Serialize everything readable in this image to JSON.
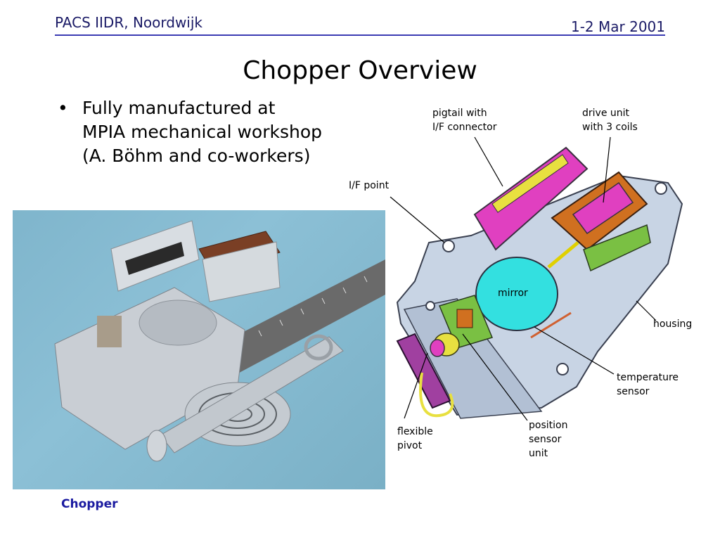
{
  "header": {
    "left": "PACS IIDR, Noordwijk",
    "right": "1-2 Mar 2001"
  },
  "slide": {
    "title": "Chopper Overview",
    "bullet_lines": [
      "Fully manufactured at",
      "MPIA mechanical workshop",
      "(A. Böhm and co-workers)"
    ],
    "bullet_symbol": "•",
    "caption": "Chopper"
  },
  "diagram_labels": {
    "pigtail": [
      "pigtail with",
      "I/F connector"
    ],
    "drive_unit": [
      "drive unit",
      "with 3 coils"
    ],
    "if_point": "I/F point",
    "mirror": "mirror",
    "housing": "housing",
    "temperature_sensor": [
      "temperature",
      "sensor"
    ],
    "flexible_pivot": [
      "flexible",
      "pivot"
    ],
    "position_sensor": [
      "position",
      "sensor",
      "unit"
    ]
  },
  "colors": {
    "header_text": "#1a1a66",
    "header_rule": "#3b3bb3",
    "caption": "#1a1aa0",
    "mirror": "#33e0e0",
    "connector": "#e040c0",
    "drive_frame": "#d07020",
    "green_parts": "#7ac043",
    "housing": "#c8d4e4"
  }
}
